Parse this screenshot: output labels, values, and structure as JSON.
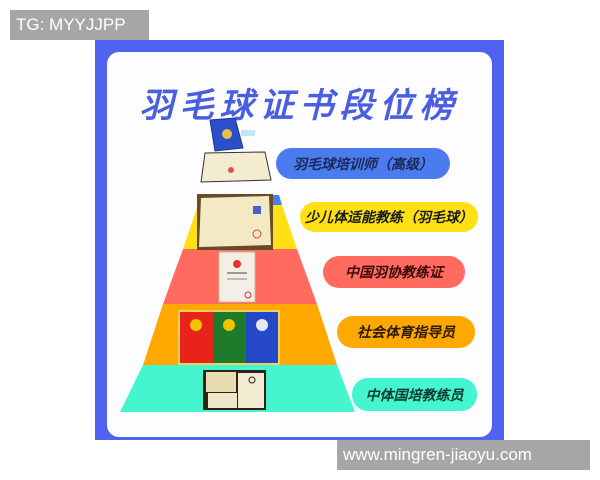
{
  "watermarks": {
    "top_left": "TG: MYYJJPP",
    "bottom_right": "www.mingren-jiaoyu.com"
  },
  "poster": {
    "title": "羽毛球证书段位榜",
    "colors": {
      "frame": "#4f63f0",
      "title": "#4a5fe0",
      "tier1": "#4a7cf0",
      "tier2": "#ffe014",
      "tier3": "#ff6b5e",
      "tier4": "#ffa800",
      "tier5": "#44f5cf"
    },
    "tiers": [
      {
        "rank": 1,
        "label": "羽毛球培训师（高级）",
        "color": "#4a7cf0"
      },
      {
        "rank": 2,
        "label": "少儿体适能教练（羽毛球）",
        "color": "#ffe014"
      },
      {
        "rank": 3,
        "label": "中国羽协教练证",
        "color": "#ff6b5e"
      },
      {
        "rank": 4,
        "label": "社会体育指导员",
        "color": "#ffa800"
      },
      {
        "rank": 5,
        "label": "中体国培教练员",
        "color": "#44f5cf"
      }
    ]
  }
}
